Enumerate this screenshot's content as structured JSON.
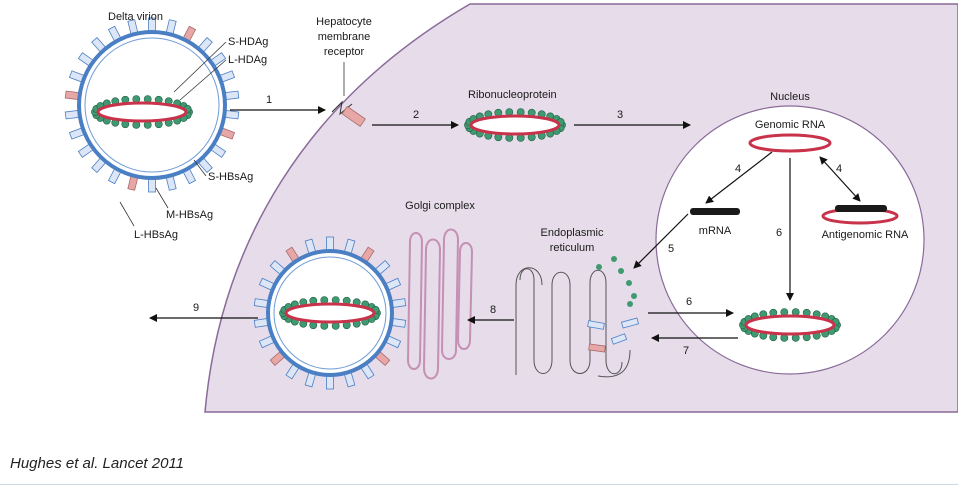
{
  "labels": {
    "delta_virion": "Delta virion",
    "s_hdag": "S-HDAg",
    "l_hdag": "L-HDAg",
    "s_hbsag": "S-HBsAg",
    "m_hbsag": "M-HBsAg",
    "l_hbsag": "L-HBsAg",
    "receptor": [
      "Hepatocyte",
      "membrane",
      "receptor"
    ],
    "ribonucleoprotein": "Ribonucleoprotein",
    "nucleus": "Nucleus",
    "genomic_rna": "Genomic RNA",
    "mrna": "mRNA",
    "antigenomic_rna": "Antigenomic RNA",
    "golgi": "Golgi complex",
    "er": [
      "Endoplasmic",
      "reticulum"
    ]
  },
  "steps": {
    "s1": "1",
    "s2": "2",
    "s3": "3",
    "s4a": "4",
    "s4b": "4",
    "s5": "5",
    "s6a": "6",
    "s6b": "6",
    "s7": "7",
    "s8": "8",
    "s9": "9"
  },
  "colors": {
    "cell": "#e6dcea",
    "cell_edge": "#8a6a98",
    "envelope": "#4a7fc4",
    "spike": "#dce6f6",
    "spike_pink": "#e7a7a7",
    "rna_red": "#c8324a",
    "protein_green": "#3f9a72",
    "golgi": "#c590b4"
  },
  "citation": "Hughes et al. Lancet 2011"
}
